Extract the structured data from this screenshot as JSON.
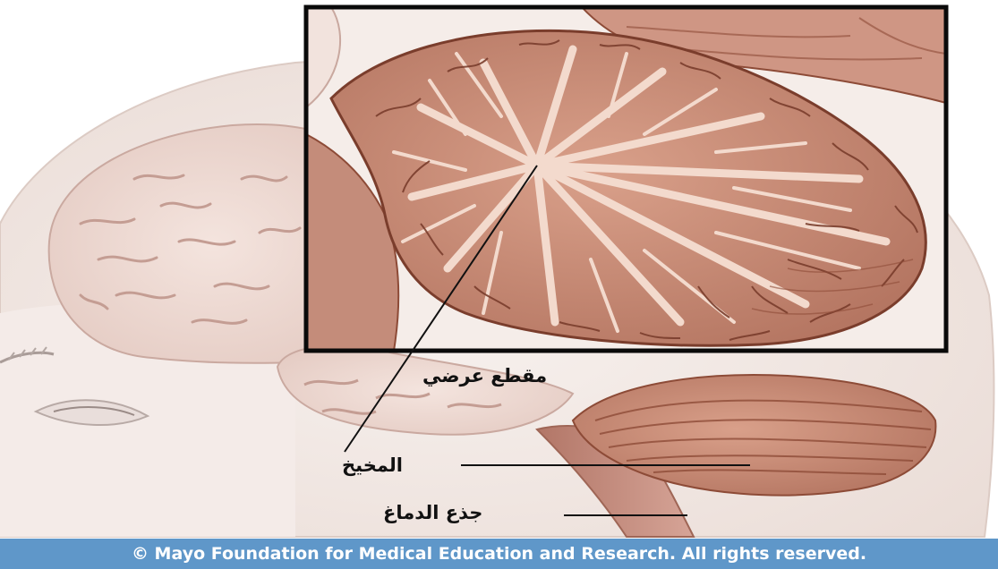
{
  "labels": {
    "cross_section": "مقطع عرضي",
    "cerebellum": "المخيخ",
    "brainstem": "جذع الدماغ"
  },
  "footer": {
    "copyright": "© Mayo Foundation for Medical Education and Research. All rights reserved."
  },
  "colors": {
    "head_skin": "#f3ebe7",
    "brain": "#ecd6cf",
    "cerebellum": "#c98e78",
    "folia_dark": "#8d4b37",
    "white_matter": "#f1d4c6",
    "footer_bg": "#5f97c9"
  }
}
